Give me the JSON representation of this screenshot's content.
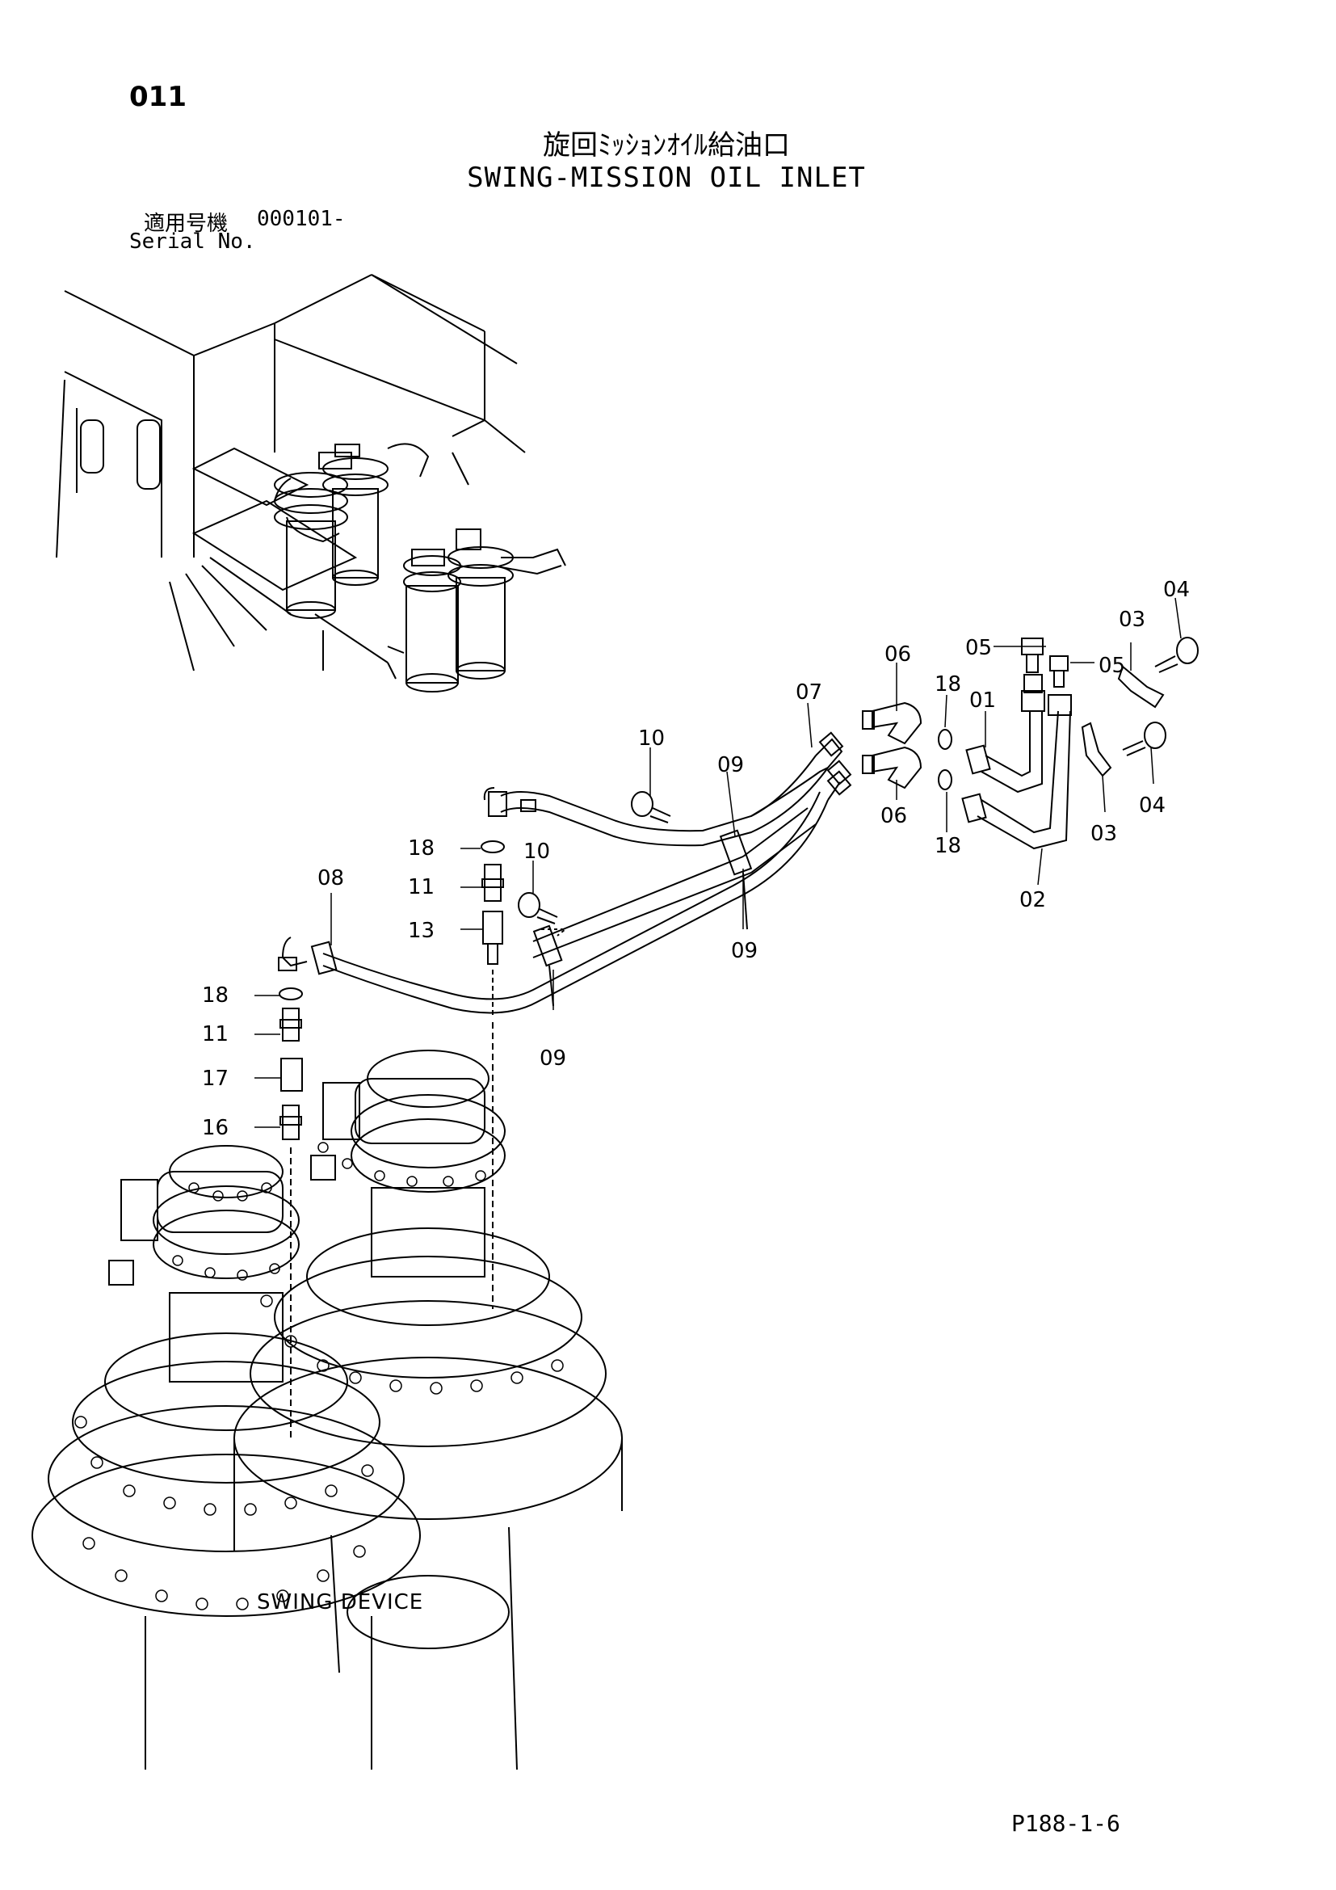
{
  "header": {
    "page_number": "011",
    "title_jp": "旋回ﾐｯｼｮﾝｵｲﾙ給油口",
    "title_en": "SWING-MISSION OIL INLET",
    "serial_label_jp": "適用号機",
    "serial_value": "000101-",
    "serial_label_en": "Serial No."
  },
  "diagram": {
    "device_label": "SWING DEVICE",
    "callouts": [
      "01",
      "02",
      "03",
      "03",
      "04",
      "04",
      "05",
      "05",
      "06",
      "06",
      "07",
      "08",
      "09",
      "09",
      "09",
      "10",
      "10",
      "11",
      "11",
      "13",
      "16",
      "17",
      "18",
      "18",
      "18",
      "18"
    ]
  },
  "footer": {
    "page_ref": "P188-1-6"
  }
}
